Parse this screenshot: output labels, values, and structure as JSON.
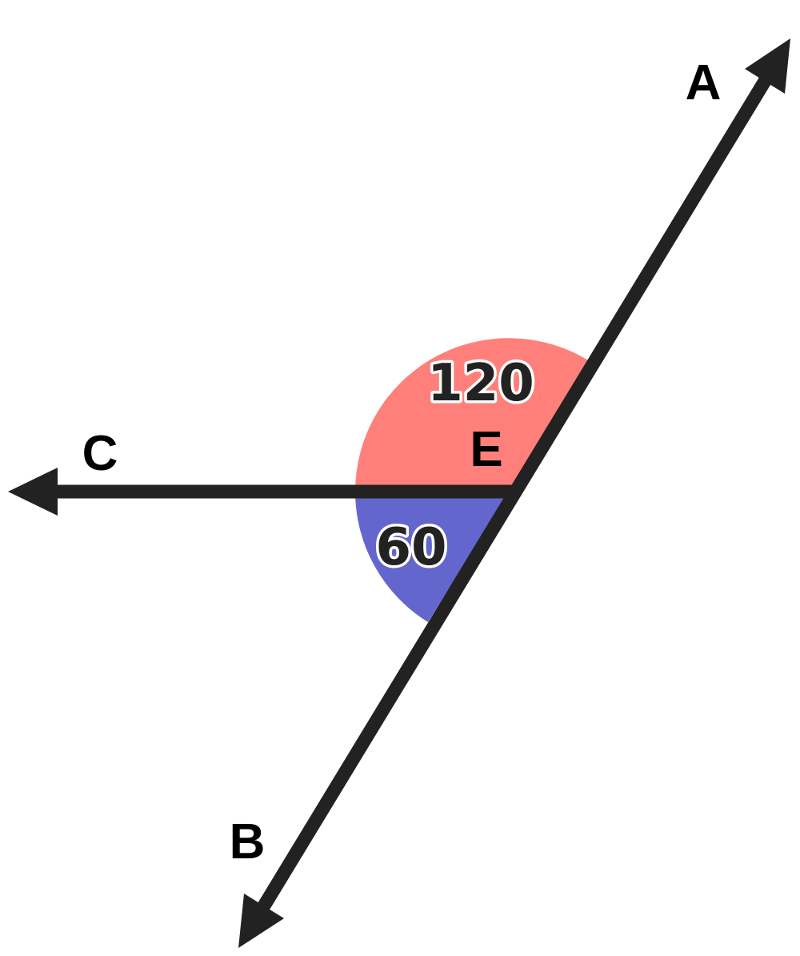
{
  "points": {
    "a": "A",
    "b": "B",
    "c": "C",
    "e": "E"
  },
  "angles": {
    "aec": {
      "label": "120",
      "degrees": 120,
      "color": "#FF807A"
    },
    "ceb": {
      "label": "60",
      "degrees": 60,
      "color": "#6366CC"
    }
  },
  "colors": {
    "line": "#222222",
    "background": "#FFFFFF"
  }
}
